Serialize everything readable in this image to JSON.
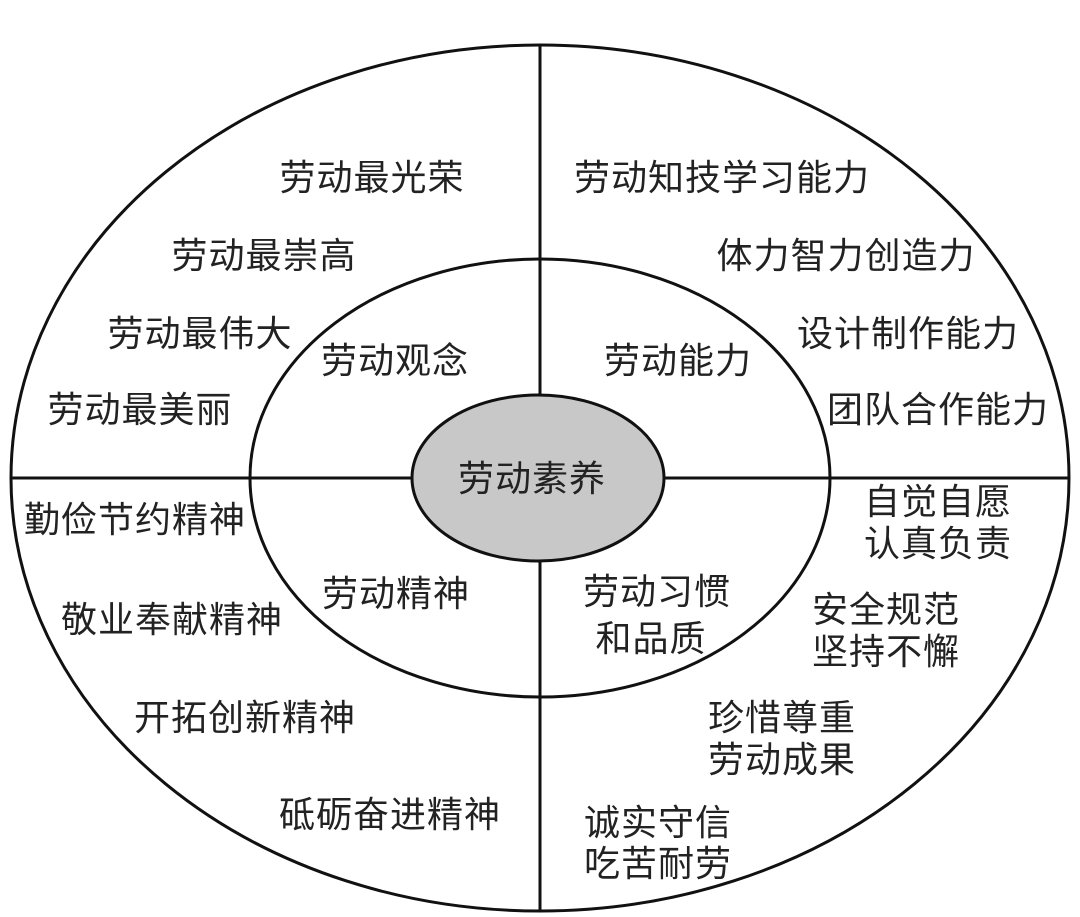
{
  "colors": {
    "line": "#111111",
    "core_fill": "#c8c8c8",
    "background": "#ffffff",
    "text": "#222222"
  },
  "center": {
    "label": "劳动素养"
  },
  "quadrants": {
    "top_left": {
      "title": "劳动观念",
      "items": [
        "劳动最光荣",
        "劳动最崇高",
        "劳动最伟大",
        "劳动最美丽"
      ]
    },
    "top_right": {
      "title": "劳动能力",
      "items": [
        "劳动知技学习能力",
        "体力智力创造力",
        "设计制作能力",
        "团队合作能力"
      ]
    },
    "bottom_left": {
      "title": "劳动精神",
      "items": [
        "勤俭节约精神",
        "敬业奉献精神",
        "开拓创新精神",
        "砥砺奋进精神"
      ]
    },
    "bottom_right": {
      "title_lines": [
        "劳动习惯",
        "和品质"
      ],
      "items": [
        [
          "自觉自愿",
          "认真负责"
        ],
        [
          "安全规范",
          "坚持不懈"
        ],
        [
          "珍惜尊重",
          "劳动成果"
        ],
        [
          "诚实守信",
          "吃苦耐劳"
        ]
      ]
    }
  }
}
